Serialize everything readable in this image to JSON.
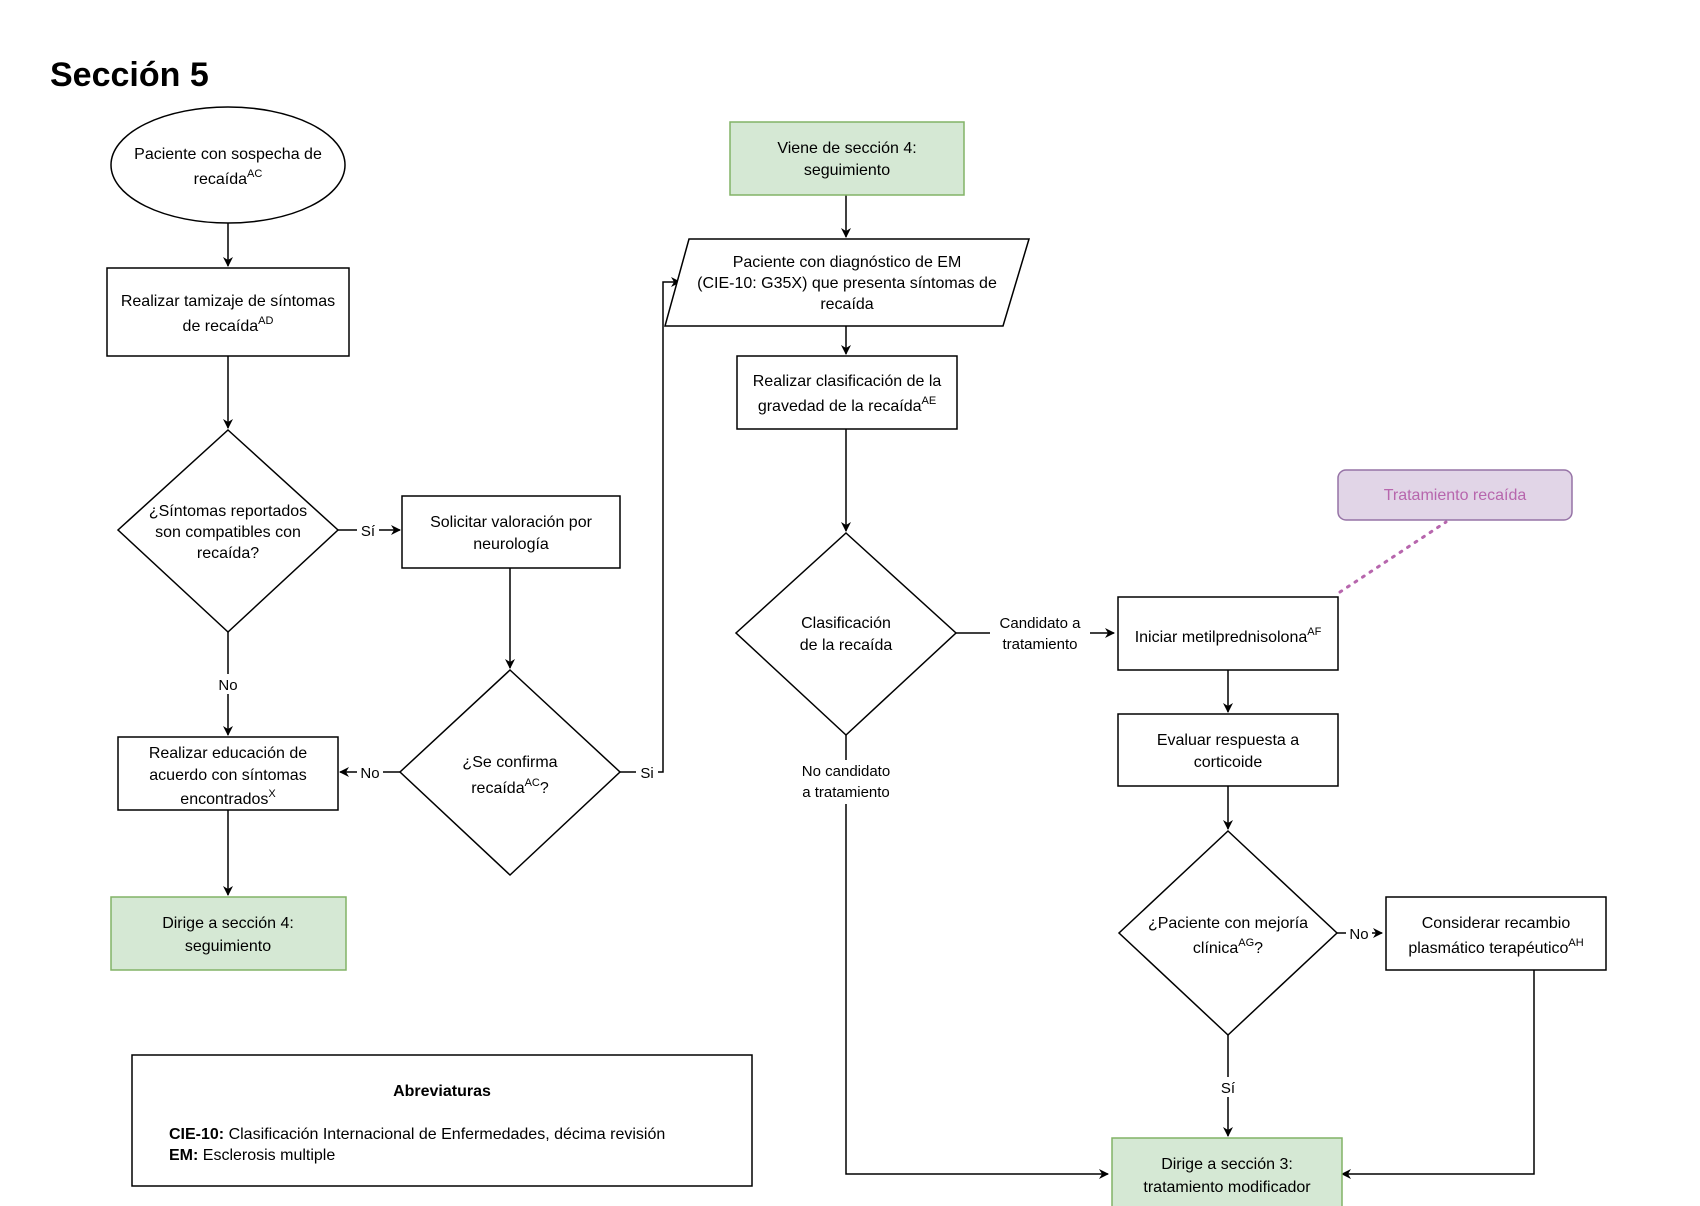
{
  "title": "Sección 5",
  "nodes": {
    "sospecha": {
      "line1": "Paciente con sospecha de",
      "line2": "recaída",
      "sup": "AC"
    },
    "tamizaje": {
      "line1": "Realizar tamizaje de síntomas",
      "line2": "de recaída",
      "sup": "AD"
    },
    "compatibles": {
      "line1": "¿Síntomas reportados",
      "line2": "son compatibles con",
      "line3": "recaída?"
    },
    "valoracion": {
      "line1": "Solicitar valoración por",
      "line2": "neurología"
    },
    "educacion": {
      "line1": "Realizar educación de",
      "line2": "acuerdo con síntomas",
      "line3": "encontrados",
      "sup": "X"
    },
    "confirma": {
      "line1": "¿Se confirma",
      "line2": "recaída",
      "sup": "AC",
      "tail": "?"
    },
    "seccion4_out": {
      "line1": "Dirige a sección 4:",
      "line2": "seguimiento"
    },
    "seccion4_in": {
      "line1": "Viene de sección 4:",
      "line2": "seguimiento"
    },
    "diagnostico": {
      "line1": "Paciente con diagnóstico de EM",
      "line2": "(CIE-10: G35X) que presenta síntomas de",
      "line3": "recaída"
    },
    "gravedad": {
      "line1": "Realizar clasificación de la",
      "line2": "gravedad de la recaída",
      "sup": "AE"
    },
    "clasificacion": {
      "line1": "Clasificación",
      "line2": "de la recaída"
    },
    "metil": {
      "line1": "Iniciar metilprednisolona",
      "sup": "AF"
    },
    "evaluar": {
      "line1": "Evaluar respuesta a",
      "line2": "corticoide"
    },
    "mejoria": {
      "line1": "¿Paciente con mejoría",
      "line2": "clínica",
      "sup": "AG",
      "tail": "?"
    },
    "recambio": {
      "line1": "Considerar recambio",
      "line2": "plasmático terapéutico",
      "sup": "AH"
    },
    "seccion3": {
      "line1": "Dirige a sección 3:",
      "line2": "tratamiento modificador"
    }
  },
  "note": "Tratamiento recaída",
  "edges": {
    "si_compatibles": "Sí",
    "no_compatibles": "No",
    "no_confirma": "No",
    "si_confirma": "Si",
    "candidato1": "Candidato a",
    "candidato2": "tratamiento",
    "no_candidato1": "No candidato",
    "no_candidato2": "a tratamiento",
    "no_mejoria": "No",
    "si_mejoria": "Sí"
  },
  "legend": {
    "title": "Abreviaturas",
    "items": [
      {
        "term": "CIE-10:",
        "desc": " Clasificación Internacional de Enfermedades, décima revisión"
      },
      {
        "term": "EM:",
        "desc": " Esclerosis multiple"
      }
    ]
  },
  "colors": {
    "green_fill": "#d5e8d4",
    "green_stroke": "#82b366",
    "note_fill": "#e1d5e7",
    "note_stroke": "#9673a6",
    "note_text": "#b766ad"
  }
}
